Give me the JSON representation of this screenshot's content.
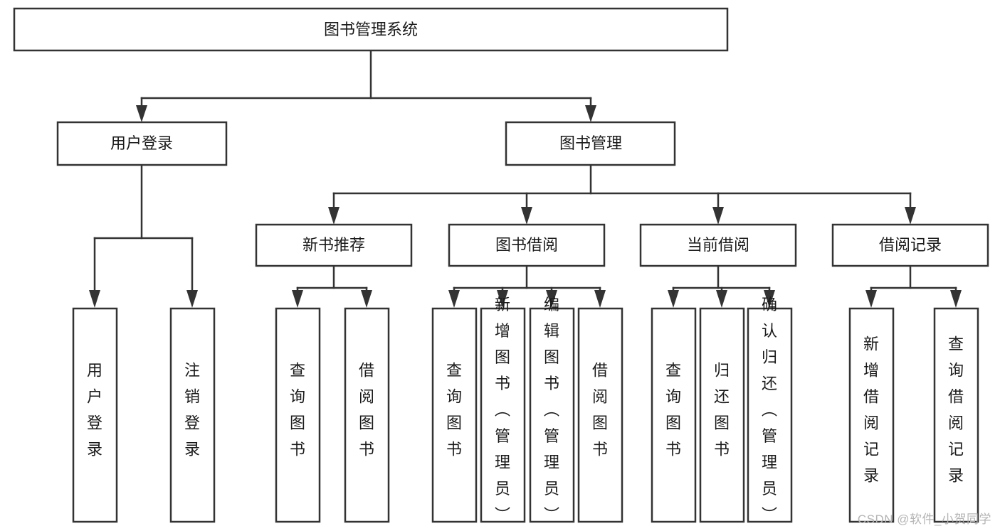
{
  "diagram": {
    "type": "tree-hierarchy",
    "orientation": "top-down",
    "style": {
      "box_fill": "#ffffff",
      "box_stroke": "#333333",
      "connector_stroke": "#333333",
      "text_color": "#1a1a1a",
      "background": "#ffffff"
    },
    "root": {
      "id": "root",
      "label": "图书管理系统"
    },
    "level2": [
      {
        "id": "n-user-login",
        "label": "用户登录"
      },
      {
        "id": "n-book-manage",
        "label": "图书管理"
      }
    ],
    "level3": [
      {
        "id": "n-new-book-rec",
        "label": "新书推荐",
        "parent": "n-book-manage"
      },
      {
        "id": "n-book-borrow",
        "label": "图书借阅",
        "parent": "n-book-manage"
      },
      {
        "id": "n-current-borrow",
        "label": "当前借阅",
        "parent": "n-book-manage"
      },
      {
        "id": "n-borrow-record",
        "label": "借阅记录",
        "parent": "n-book-manage"
      }
    ],
    "leaves": [
      {
        "id": "leaf-user-login",
        "label": "用户登录",
        "parent": "n-user-login"
      },
      {
        "id": "leaf-logout",
        "label": "注销登录",
        "parent": "n-user-login"
      },
      {
        "id": "leaf-query-book-1",
        "label": "查询图书",
        "parent": "n-new-book-rec"
      },
      {
        "id": "leaf-borrow-book-1",
        "label": "借阅图书",
        "parent": "n-new-book-rec"
      },
      {
        "id": "leaf-query-book-2",
        "label": "查询图书",
        "parent": "n-book-borrow"
      },
      {
        "id": "leaf-add-book",
        "label": "新增图书（管理员）",
        "parent": "n-book-borrow"
      },
      {
        "id": "leaf-edit-book",
        "label": "编辑图书（管理员）",
        "parent": "n-book-borrow"
      },
      {
        "id": "leaf-borrow-book-2",
        "label": "借阅图书",
        "parent": "n-book-borrow"
      },
      {
        "id": "leaf-query-book-3",
        "label": "查询图书",
        "parent": "n-current-borrow"
      },
      {
        "id": "leaf-return-book",
        "label": "归还图书",
        "parent": "n-current-borrow"
      },
      {
        "id": "leaf-confirm-return",
        "label": "确认归还（管理员）",
        "parent": "n-current-borrow"
      },
      {
        "id": "leaf-add-record",
        "label": "新增借阅记录",
        "parent": "n-borrow-record"
      },
      {
        "id": "leaf-query-record",
        "label": "查询借阅记录",
        "parent": "n-borrow-record"
      }
    ]
  },
  "watermark": {
    "text": "CSDN @软件_小贺同学"
  }
}
